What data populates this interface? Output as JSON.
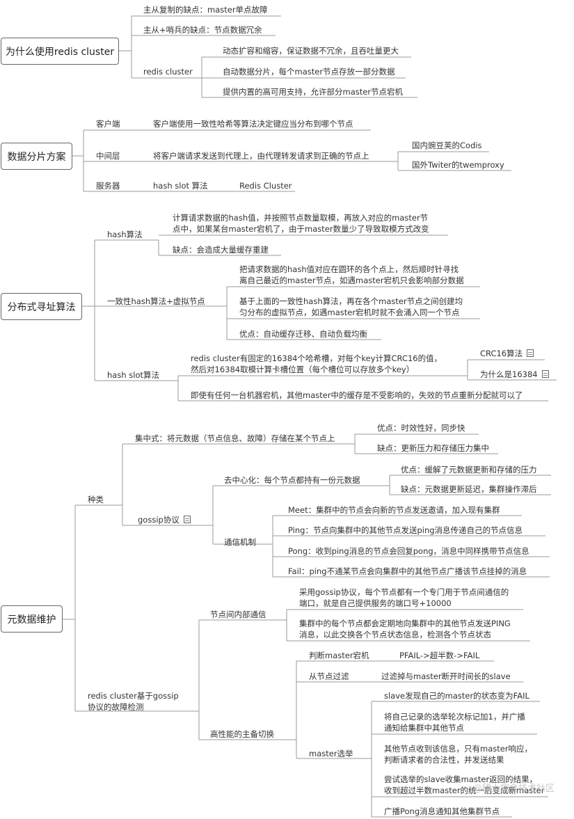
{
  "roots": {
    "r1": "为什么使用redis cluster",
    "r2": "数据分片方案",
    "r3": "分布式寻址算法",
    "r4": "元数据维护"
  },
  "nodes": {
    "a1": "主从复制的缺点：master单点故障",
    "a2": "主从+哨兵的缺点：节点数据冗余",
    "a3": "redis cluster",
    "a4": "动态扩容和缩容，保证数据不冗余，且吞吐量更大",
    "a5": "自动数据分片，每个master节点存放一部分数据",
    "a6": "提供内置的高可用支持，允许部分master节点宕机",
    "b1": "客户端",
    "b2": "客户端使用一致性哈希等算法决定键应当分布到哪个节点",
    "b3": "中间层",
    "b4": "将客户端请求发送到代理上，由代理转发请求到正确的节点上",
    "b5": "国内豌豆荚的Codis",
    "b6": "国外Twiter的twemproxy",
    "b7": "服务器",
    "b8": "hash slot 算法",
    "b9": "Redis Cluster",
    "c1": "hash算法",
    "c2a": "计算请求数据的hash值，并按照节点数量取模，再放入对应的master节",
    "c2b": "点中，如果某台master宕机了，由于master数量少了导致取模方式改变",
    "c3": "缺点：会造成大量缓存重建",
    "c4": "一致性hash算法+虚拟节点",
    "c5a": "把请求数据的hash值对应在圆环的各个点上，然后顺时针寻找",
    "c5b": "离自己最近的master节点，如遇master宕机只会影响部分数据",
    "c6a": "基于上面的一致性hash算法，再在各个master节点之间创建均",
    "c6b": "匀分布的虚拟节点，如遇master宕机时就不会涌入同一个节点",
    "c7": "优点：自动缓存迁移、自动负载均衡",
    "c8": "hash slot算法",
    "c9a": "redis cluster有固定的16384个哈希槽，对每个key计算CRC16的值，",
    "c9b": "然后对16384取模计算卡槽位置（每个槽位可以存放多个key）",
    "c10": "CRC16算法",
    "c11": "为什么是16384",
    "c12": "即使有任何一台机器宕机，其他master中的缓存是不受影响的，失效的节点重新分配就可以了",
    "d1": "种类",
    "d2": "集中式：将元数据（节点信息、故障）存储在某个节点上",
    "d3": "优点：时效性好，同步快",
    "d4": "缺点：更新压力和存储压力集中",
    "d5": "gossip协议",
    "d6": "去中心化：每个节点都持有一份元数据",
    "d7": "优点：缓解了元数据更新和存储的压力",
    "d8": "缺点：元数据更新延迟，集群操作滞后",
    "d9": "通信机制",
    "d10": "Meet：集群中的节点会向新的节点发送邀请，加入现有集群",
    "d11": "Ping：节点向集群中的其他节点发送ping消息传递自己的节点信息",
    "d12": "Pong：收到ping消息的节点会回复pong，消息中同样携带节点信息",
    "d13": "Fail：ping不通某节点会向集群中的其他节点广播该节点挂掉的消息",
    "e1a": "redis cluster基于gossip",
    "e1b": "协议的故障检测",
    "e2": "节点间内部通信",
    "e3a": "采用gossip协议，每个节点都有一个专门用于节点间通信的",
    "e3b": "端口，就是自己提供服务的端口号+10000",
    "e4a": "集群中的每个节点都会定期地向集群中的其他节点发送PING",
    "e4b": "消息，以此交换各个节点状态信息，检测各个节点状态",
    "e5": "高性能的主备切换",
    "e6": "判断master宕机",
    "e7": "PFAIL->超半数->FAIL",
    "e8": "从节点过滤",
    "e9": "过滤掉与master断开时间长的slave",
    "e10": "master选举",
    "e11": "slave发现自己的master的状态变为FAIL",
    "e12a": "将自己记录的选举轮次标记加1，并广播",
    "e12b": "通知给集群中其他节点",
    "e13a": "其他节点收到该信息，只有master响应，",
    "e13b": "判断请求者的合法性，并发送结果",
    "e14a": "尝试选举的slave收集master返回的结果，",
    "e14b": "收到超过半数master的统一后变成新master",
    "e15": "广播Pong消息通知其他集群节点"
  },
  "watermark": "@稀土掘金技术社区",
  "colors": {
    "line": "#9a9a9a",
    "box_border": "#666666",
    "text": "#333333"
  }
}
